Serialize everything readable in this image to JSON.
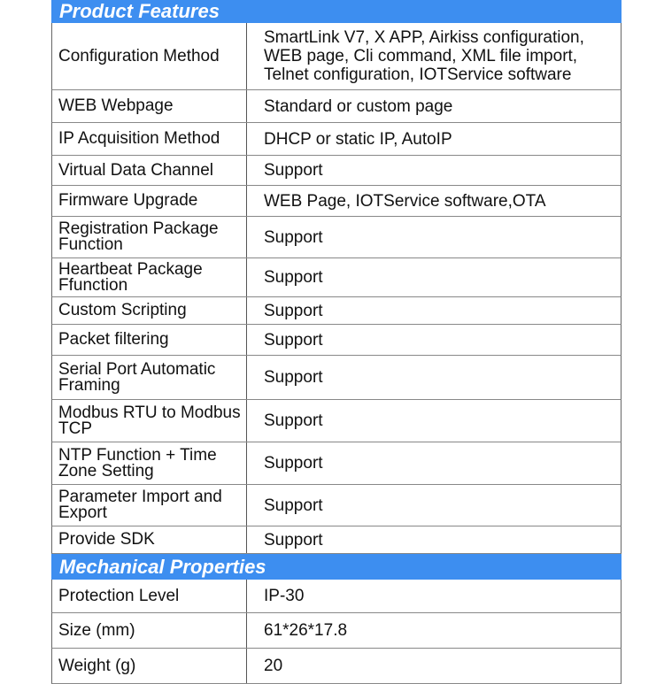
{
  "sections": [
    {
      "title": "Product Features",
      "rows": [
        {
          "label": "Configuration Method",
          "value": "SmartLink V7, X APP, Airkiss configuration, WEB page, Cli command, XML file import, Telnet configuration, IOTService software"
        },
        {
          "label": "WEB Webpage",
          "value": "Standard or custom page"
        },
        {
          "label": "IP Acquisition Method",
          "value": "DHCP or static IP, AutoIP"
        },
        {
          "label": "Virtual Data Channel",
          "value": "Support"
        },
        {
          "label": "Firmware Upgrade",
          "value": "WEB Page, IOTService software,OTA"
        },
        {
          "label": "Registration Package Function",
          "value": "Support"
        },
        {
          "label": "Heartbeat Package Ffunction",
          "value": "Support"
        },
        {
          "label": "Custom Scripting",
          "value": "Support"
        },
        {
          "label": "Packet filtering",
          "value": "Support"
        },
        {
          "label": "Serial Port Automatic Framing",
          "value": "Support"
        },
        {
          "label": "Modbus RTU to Modbus TCP",
          "value": "Support"
        },
        {
          "label": "NTP Function + Time Zone Setting",
          "value": "Support"
        },
        {
          "label": "Parameter Import and Export",
          "value": "Support"
        },
        {
          "label": "Provide SDK",
          "value": "Support"
        }
      ]
    },
    {
      "title": "Mechanical Properties",
      "rows": [
        {
          "label": "Protection Level",
          "value": "IP-30"
        },
        {
          "label": "Size (mm)",
          "value": "61*26*17.8"
        },
        {
          "label": "Weight (g)",
          "value": "20"
        }
      ]
    }
  ],
  "colors": {
    "section_header": "#3d8ef0"
  }
}
